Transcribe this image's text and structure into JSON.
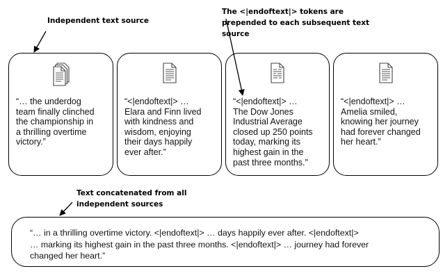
{
  "labels": {
    "independent_source": "Independent text source",
    "endoftext_note": "The <|endoftext|> tokens are\nprepended to each subsequent text\nsource",
    "concatenated": "Text concatenated from all\nindependent sources"
  },
  "sources": [
    {
      "icon": "stacked-documents-icon",
      "text": "“… the underdog\nteam finally clinched\nthe championship in\na thrilling overtime\nvictory.”"
    },
    {
      "icon": "document-icon",
      "text": "“<|endoftext|> …\nElara and Finn lived\nwith kindness and\nwisdom, enjoying\ntheir days happily\never after.”"
    },
    {
      "icon": "document-icon",
      "text": "“<|endoftext|> …\nThe Dow Jones\nIndustrial Average\nclosed up 250 points\ntoday, marking its\nhighest gain in the\npast three months.”"
    },
    {
      "icon": "document-icon",
      "text": "“<|endoftext|> …\nAmelia smiled,\nknowing her journey\nhad forever changed\nher heart.”"
    }
  ],
  "concatenated_text": "“… in a thrilling overtime victory. <|endoftext|> … days happily ever after. <|endoftext|>\n… marking its highest gain in the past three months. <|endoftext|> … journey had forever\nchanged her heart.”"
}
